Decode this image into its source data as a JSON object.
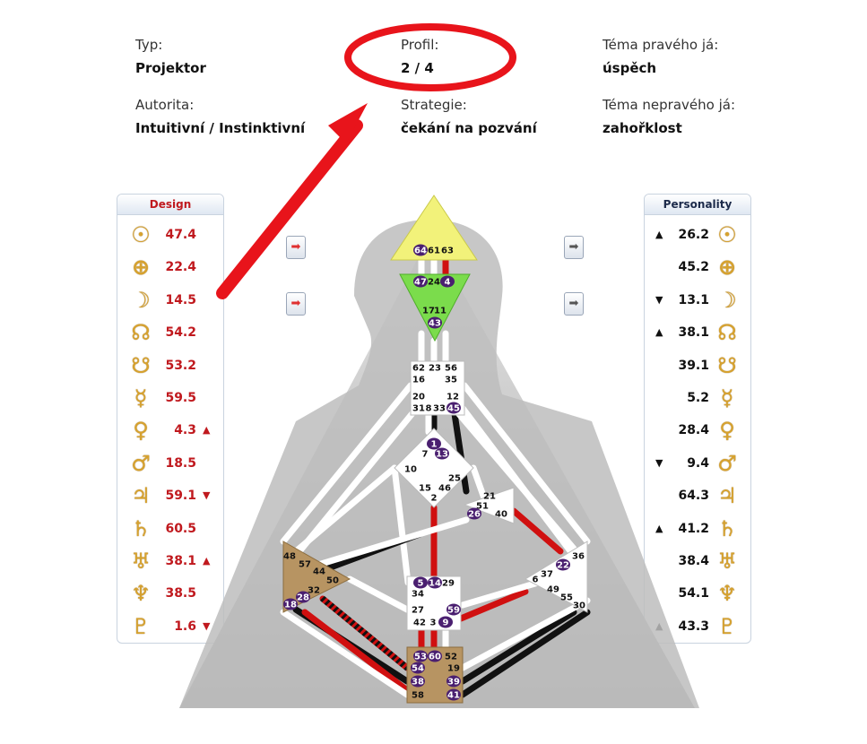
{
  "info": {
    "typ": {
      "label": "Typ:",
      "value": "Projektor"
    },
    "profil": {
      "label": "Profil:",
      "value": "2 / 4"
    },
    "tema_prave": {
      "label": "Téma pravého já:",
      "value": "úspěch"
    },
    "autorita": {
      "label": "Autorita:",
      "value": "Intuitivní / Instinktivní"
    },
    "strategie": {
      "label": "Strategie:",
      "value": "čekání na pozvání"
    },
    "tema_neprave": {
      "label": "Téma nepravého já:",
      "value": "zahořklost"
    }
  },
  "design": {
    "title": "Design",
    "rows": [
      {
        "icon": "sun-icon",
        "glyph": "☉",
        "value": "47.4",
        "mark": ""
      },
      {
        "icon": "earth-icon",
        "glyph": "⊕",
        "value": "22.4",
        "mark": ""
      },
      {
        "icon": "moon-icon",
        "glyph": "☽",
        "value": "14.5",
        "mark": ""
      },
      {
        "icon": "north-node-icon",
        "glyph": "☊",
        "value": "54.2",
        "mark": ""
      },
      {
        "icon": "south-node-icon",
        "glyph": "☋",
        "value": "53.2",
        "mark": ""
      },
      {
        "icon": "mercury-icon",
        "glyph": "☿",
        "value": "59.5",
        "mark": ""
      },
      {
        "icon": "venus-icon",
        "glyph": "♀",
        "value": "4.3",
        "mark": "▲"
      },
      {
        "icon": "mars-icon",
        "glyph": "♂",
        "value": "18.5",
        "mark": ""
      },
      {
        "icon": "jupiter-icon",
        "glyph": "♃",
        "value": "59.1",
        "mark": "▼"
      },
      {
        "icon": "saturn-icon",
        "glyph": "♄",
        "value": "60.5",
        "mark": ""
      },
      {
        "icon": "uranus-icon",
        "glyph": "♅",
        "value": "38.1",
        "mark": "▲"
      },
      {
        "icon": "neptune-icon",
        "glyph": "♆",
        "value": "38.5",
        "mark": ""
      },
      {
        "icon": "pluto-icon",
        "glyph": "♇",
        "value": "1.6",
        "mark": "▼"
      }
    ]
  },
  "personality": {
    "title": "Personality",
    "rows": [
      {
        "icon": "sun-icon",
        "glyph": "☉",
        "value": "26.2",
        "mark": "▲"
      },
      {
        "icon": "earth-icon",
        "glyph": "⊕",
        "value": "45.2",
        "mark": ""
      },
      {
        "icon": "moon-icon",
        "glyph": "☽",
        "value": "13.1",
        "mark": "▼"
      },
      {
        "icon": "north-node-icon",
        "glyph": "☊",
        "value": "38.1",
        "mark": "▲"
      },
      {
        "icon": "south-node-icon",
        "glyph": "☋",
        "value": "39.1",
        "mark": ""
      },
      {
        "icon": "mercury-icon",
        "glyph": "☿",
        "value": "5.2",
        "mark": ""
      },
      {
        "icon": "venus-icon",
        "glyph": "♀",
        "value": "28.4",
        "mark": ""
      },
      {
        "icon": "mars-icon",
        "glyph": "♂",
        "value": "9.4",
        "mark": "▼"
      },
      {
        "icon": "jupiter-icon",
        "glyph": "♃",
        "value": "64.3",
        "mark": ""
      },
      {
        "icon": "saturn-icon",
        "glyph": "♄",
        "value": "41.2",
        "mark": "▲"
      },
      {
        "icon": "uranus-icon",
        "glyph": "♅",
        "value": "38.4",
        "mark": ""
      },
      {
        "icon": "neptune-icon",
        "glyph": "♆",
        "value": "54.1",
        "mark": ""
      },
      {
        "icon": "pluto-icon",
        "glyph": "♇",
        "value": "43.3",
        "mark": "▲"
      }
    ]
  },
  "nav": {
    "arrow_glyph": "➡"
  },
  "colors": {
    "design_red": "#c0191e",
    "head_yellow": "#f2f27a",
    "ajna_green": "#7bdc4c",
    "center_brown": "#b79462",
    "gate_purple": "#4a1f70",
    "annotation_red": "#e8141b"
  },
  "bodygraph": {
    "gates": [
      {
        "n": "64",
        "hl": true
      },
      {
        "n": "61",
        "hl": false
      },
      {
        "n": "63",
        "hl": false
      },
      {
        "n": "47",
        "hl": true
      },
      {
        "n": "24",
        "hl": false
      },
      {
        "n": "4",
        "hl": true
      },
      {
        "n": "17",
        "hl": false
      },
      {
        "n": "11",
        "hl": false
      },
      {
        "n": "43",
        "hl": true
      },
      {
        "n": "62",
        "hl": false
      },
      {
        "n": "23",
        "hl": false
      },
      {
        "n": "56",
        "hl": false
      },
      {
        "n": "16",
        "hl": false
      },
      {
        "n": "35",
        "hl": false
      },
      {
        "n": "20",
        "hl": false
      },
      {
        "n": "12",
        "hl": false
      },
      {
        "n": "31",
        "hl": false
      },
      {
        "n": "8",
        "hl": false
      },
      {
        "n": "33",
        "hl": false
      },
      {
        "n": "45",
        "hl": true
      },
      {
        "n": "1",
        "hl": true
      },
      {
        "n": "7",
        "hl": false
      },
      {
        "n": "13",
        "hl": true
      },
      {
        "n": "10",
        "hl": false
      },
      {
        "n": "25",
        "hl": false
      },
      {
        "n": "15",
        "hl": false
      },
      {
        "n": "46",
        "hl": false
      },
      {
        "n": "2",
        "hl": false
      },
      {
        "n": "21",
        "hl": false
      },
      {
        "n": "51",
        "hl": false
      },
      {
        "n": "26",
        "hl": true
      },
      {
        "n": "40",
        "hl": false
      },
      {
        "n": "48",
        "hl": false
      },
      {
        "n": "57",
        "hl": false
      },
      {
        "n": "44",
        "hl": false
      },
      {
        "n": "50",
        "hl": false
      },
      {
        "n": "32",
        "hl": false
      },
      {
        "n": "28",
        "hl": true
      },
      {
        "n": "18",
        "hl": true
      },
      {
        "n": "36",
        "hl": false
      },
      {
        "n": "22",
        "hl": true
      },
      {
        "n": "37",
        "hl": false
      },
      {
        "n": "6",
        "hl": false
      },
      {
        "n": "49",
        "hl": false
      },
      {
        "n": "55",
        "hl": false
      },
      {
        "n": "30",
        "hl": false
      },
      {
        "n": "5",
        "hl": true
      },
      {
        "n": "14",
        "hl": true
      },
      {
        "n": "29",
        "hl": false
      },
      {
        "n": "34",
        "hl": false
      },
      {
        "n": "27",
        "hl": false
      },
      {
        "n": "59",
        "hl": true
      },
      {
        "n": "42",
        "hl": false
      },
      {
        "n": "3",
        "hl": false
      },
      {
        "n": "9",
        "hl": true
      },
      {
        "n": "53",
        "hl": true
      },
      {
        "n": "60",
        "hl": true
      },
      {
        "n": "52",
        "hl": false
      },
      {
        "n": "54",
        "hl": true
      },
      {
        "n": "19",
        "hl": false
      },
      {
        "n": "38",
        "hl": true
      },
      {
        "n": "39",
        "hl": true
      },
      {
        "n": "58",
        "hl": false
      },
      {
        "n": "41",
        "hl": true
      }
    ]
  }
}
